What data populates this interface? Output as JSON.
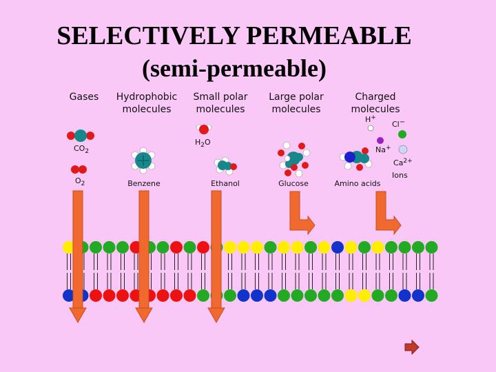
{
  "title": {
    "line1": "SELECTIVELY PERMEABLE",
    "line2": "(semi-permeable)"
  },
  "categories": [
    {
      "line1": "Gases",
      "line2": ""
    },
    {
      "line1": "Hydrophobic",
      "line2": "molecules"
    },
    {
      "line1": "Small polar",
      "line2": "molecules"
    },
    {
      "line1": "Large polar",
      "line2": "molecules"
    },
    {
      "line1": "Charged",
      "line2": "molecules"
    }
  ],
  "molecules": {
    "co2": "CO",
    "co2_sub": "2",
    "o2": "O",
    "o2_sub": "2",
    "h2o_a": "H",
    "h2o_sub": "2",
    "h2o_b": "O",
    "benzene": "Benzene",
    "ethanol": "Ethanol",
    "glucose": "Glucose",
    "amino_acids": "Amino acids"
  },
  "ions": {
    "h": "H",
    "h_charge": "+",
    "cl": "Cl",
    "cl_charge": "−",
    "na": "Na",
    "na_charge": "+",
    "ca": "Ca",
    "ca_charge": "2+",
    "label": "Ions"
  },
  "membrane": {
    "top_colors": [
      "#ffee00",
      "#22aa22",
      "#22aa22",
      "#22aa22",
      "#22aa22",
      "#ee1111",
      "#22aa22",
      "#22aa22",
      "#ee1111",
      "#22aa22",
      "#ee1111",
      "#22aa22",
      "#ffee00",
      "#ffee00",
      "#ffee00",
      "#22aa22",
      "#ffee00",
      "#ffee00",
      "#22aa22",
      "#ffee00",
      "#1133cc",
      "#ffee00",
      "#22aa22",
      "#ffee00",
      "#22aa22",
      "#22aa22",
      "#22aa22",
      "#22aa22"
    ],
    "bottom_colors": [
      "#1133cc",
      "#1133cc",
      "#ee1111",
      "#ee1111",
      "#ee1111",
      "#ee1111",
      "#ee1111",
      "#ee1111",
      "#ee1111",
      "#ee1111",
      "#22aa22",
      "#22aa22",
      "#22aa22",
      "#1133cc",
      "#1133cc",
      "#1133cc",
      "#22aa22",
      "#22aa22",
      "#22aa22",
      "#22aa22",
      "#22aa22",
      "#ffee00",
      "#ffee00",
      "#22aa22",
      "#22aa22",
      "#1133cc",
      "#1133cc",
      "#22aa22"
    ]
  },
  "colors": {
    "background": "#f9c8f7",
    "arrow": "#f06a30",
    "arrow_outline": "#c94a1a",
    "carbon": "#16878a",
    "oxygen": "#e01a1a",
    "nav_arrow": "#c0392b"
  }
}
